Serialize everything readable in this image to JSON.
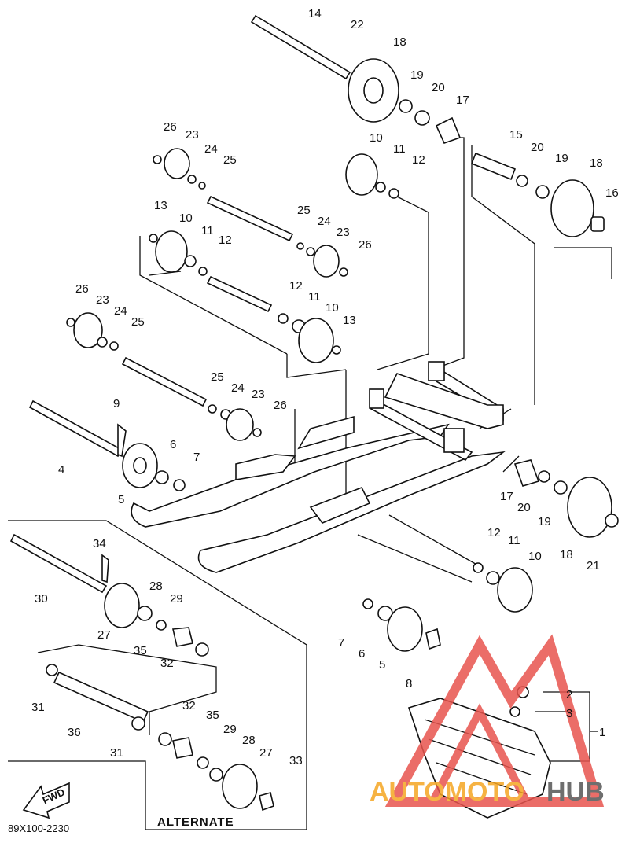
{
  "diagram": {
    "code": "89X100-2230",
    "alternate_label": "ALTERNATE",
    "fwd_label": "FWD",
    "watermark": "AUTOMOTOHUB",
    "colors": {
      "line": "#111111",
      "watermark_red": "#e8544e",
      "watermark_orange": "#f5a623"
    },
    "callouts": [
      {
        "id": "c14a",
        "text": "14"
      },
      {
        "id": "c22",
        "text": "22"
      },
      {
        "id": "c18a",
        "text": "18"
      },
      {
        "id": "c19a",
        "text": "19"
      },
      {
        "id": "c20a",
        "text": "20"
      },
      {
        "id": "c17a",
        "text": "17"
      },
      {
        "id": "c26a",
        "text": "26"
      },
      {
        "id": "c23a",
        "text": "23"
      },
      {
        "id": "c24a",
        "text": "24"
      },
      {
        "id": "c25a",
        "text": "25"
      },
      {
        "id": "c10a",
        "text": "10"
      },
      {
        "id": "c11a",
        "text": "11"
      },
      {
        "id": "c12a",
        "text": "12"
      },
      {
        "id": "c15",
        "text": "15"
      },
      {
        "id": "c20b",
        "text": "20"
      },
      {
        "id": "c19b",
        "text": "19"
      },
      {
        "id": "c18b",
        "text": "18"
      },
      {
        "id": "c16",
        "text": "16"
      },
      {
        "id": "c13a",
        "text": "13"
      },
      {
        "id": "c10b",
        "text": "10"
      },
      {
        "id": "c11b",
        "text": "11"
      },
      {
        "id": "c12b",
        "text": "12"
      },
      {
        "id": "c25b",
        "text": "25"
      },
      {
        "id": "c24b",
        "text": "24"
      },
      {
        "id": "c23b",
        "text": "23"
      },
      {
        "id": "c26b",
        "text": "26"
      },
      {
        "id": "c26c",
        "text": "26"
      },
      {
        "id": "c23c",
        "text": "23"
      },
      {
        "id": "c24c",
        "text": "24"
      },
      {
        "id": "c25c",
        "text": "25"
      },
      {
        "id": "c12c",
        "text": "12"
      },
      {
        "id": "c11c",
        "text": "11"
      },
      {
        "id": "c10c",
        "text": "10"
      },
      {
        "id": "c13b",
        "text": "13"
      },
      {
        "id": "c25d",
        "text": "25"
      },
      {
        "id": "c24d",
        "text": "24"
      },
      {
        "id": "c23d",
        "text": "23"
      },
      {
        "id": "c26d",
        "text": "26"
      },
      {
        "id": "c9",
        "text": "9"
      },
      {
        "id": "c4",
        "text": "4"
      },
      {
        "id": "c6a",
        "text": "6"
      },
      {
        "id": "c7a",
        "text": "7"
      },
      {
        "id": "c5a",
        "text": "5"
      },
      {
        "id": "c17b",
        "text": "17"
      },
      {
        "id": "c20c",
        "text": "20"
      },
      {
        "id": "c19c",
        "text": "19"
      },
      {
        "id": "c18c",
        "text": "18"
      },
      {
        "id": "c21",
        "text": "21"
      },
      {
        "id": "c12d",
        "text": "12"
      },
      {
        "id": "c11d",
        "text": "11"
      },
      {
        "id": "c10d",
        "text": "10"
      },
      {
        "id": "c34",
        "text": "34"
      },
      {
        "id": "c30",
        "text": "30"
      },
      {
        "id": "c28a",
        "text": "28"
      },
      {
        "id": "c29a",
        "text": "29"
      },
      {
        "id": "c27a",
        "text": "27"
      },
      {
        "id": "c35a",
        "text": "35"
      },
      {
        "id": "c32a",
        "text": "32"
      },
      {
        "id": "c7b",
        "text": "7"
      },
      {
        "id": "c6b",
        "text": "6"
      },
      {
        "id": "c5b",
        "text": "5"
      },
      {
        "id": "c8",
        "text": "8"
      },
      {
        "id": "c31a",
        "text": "31"
      },
      {
        "id": "c36",
        "text": "36"
      },
      {
        "id": "c31b",
        "text": "31"
      },
      {
        "id": "c32b",
        "text": "32"
      },
      {
        "id": "c35b",
        "text": "35"
      },
      {
        "id": "c29b",
        "text": "29"
      },
      {
        "id": "c28b",
        "text": "28"
      },
      {
        "id": "c27b",
        "text": "27"
      },
      {
        "id": "c33",
        "text": "33"
      },
      {
        "id": "c2",
        "text": "2"
      },
      {
        "id": "c3",
        "text": "3"
      },
      {
        "id": "c1",
        "text": "1"
      }
    ]
  }
}
